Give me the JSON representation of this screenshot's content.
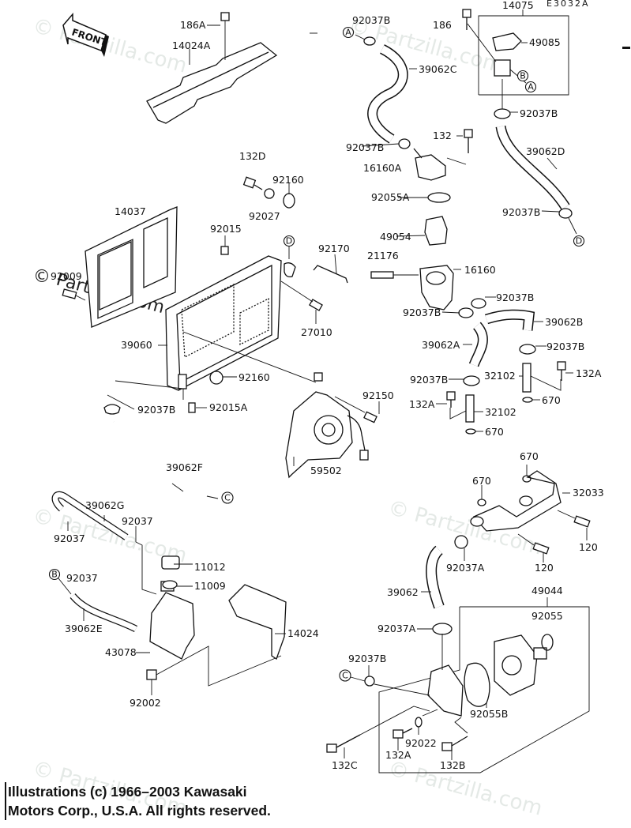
{
  "diagram": {
    "code": "E3032A",
    "front_marker": "FRONT",
    "watermark": "© Partzilla.com",
    "labels": [
      {
        "id": "186A",
        "text": "186A"
      },
      {
        "id": "14024A",
        "text": "14024A"
      },
      {
        "id": "132D",
        "text": "132D"
      },
      {
        "id": "92160-top",
        "text": "92160"
      },
      {
        "id": "92027",
        "text": "92027"
      },
      {
        "id": "14037",
        "text": "14037"
      },
      {
        "id": "92015",
        "text": "92015"
      },
      {
        "id": "92009",
        "text": "92009"
      },
      {
        "id": "39060",
        "text": "39060"
      },
      {
        "id": "92160-bottom",
        "text": "92160"
      },
      {
        "id": "92037B-left",
        "text": "92037B"
      },
      {
        "id": "92015A",
        "text": "92015A"
      },
      {
        "id": "92170",
        "text": "92170"
      },
      {
        "id": "27010",
        "text": "27010"
      },
      {
        "id": "92150",
        "text": "92150"
      },
      {
        "id": "59502",
        "text": "59502"
      },
      {
        "id": "39062F",
        "text": "39062F"
      },
      {
        "id": "39062G",
        "text": "39062G"
      },
      {
        "id": "92037-a",
        "text": "92037"
      },
      {
        "id": "92037-b",
        "text": "92037"
      },
      {
        "id": "92037-c",
        "text": "92037"
      },
      {
        "id": "11012",
        "text": "11012"
      },
      {
        "id": "11009",
        "text": "11009"
      },
      {
        "id": "39062E",
        "text": "39062E"
      },
      {
        "id": "43078",
        "text": "43078"
      },
      {
        "id": "14024",
        "text": "14024"
      },
      {
        "id": "92002",
        "text": "92002"
      },
      {
        "id": "92037B-1",
        "text": "92037B"
      },
      {
        "id": "186",
        "text": "186"
      },
      {
        "id": "14075",
        "text": "14075"
      },
      {
        "id": "49085",
        "text": "49085"
      },
      {
        "id": "39062C",
        "text": "39062C"
      },
      {
        "id": "92037B-2",
        "text": "92037B"
      },
      {
        "id": "92037B-3",
        "text": "92037B"
      },
      {
        "id": "132",
        "text": "132"
      },
      {
        "id": "16160A",
        "text": "16160A"
      },
      {
        "id": "39062D",
        "text": "39062D"
      },
      {
        "id": "92055A",
        "text": "92055A"
      },
      {
        "id": "92037B-4",
        "text": "92037B"
      },
      {
        "id": "49054",
        "text": "49054"
      },
      {
        "id": "21176",
        "text": "21176"
      },
      {
        "id": "16160",
        "text": "16160"
      },
      {
        "id": "92037B-5",
        "text": "92037B"
      },
      {
        "id": "92037B-6",
        "text": "92037B"
      },
      {
        "id": "39062B",
        "text": "39062B"
      },
      {
        "id": "39062A",
        "text": "39062A"
      },
      {
        "id": "92037B-7",
        "text": "92037B"
      },
      {
        "id": "92037B-8",
        "text": "92037B"
      },
      {
        "id": "32102-a",
        "text": "32102"
      },
      {
        "id": "132A-a",
        "text": "132A"
      },
      {
        "id": "132A-b",
        "text": "132A"
      },
      {
        "id": "670-a",
        "text": "670"
      },
      {
        "id": "32102-b",
        "text": "32102"
      },
      {
        "id": "670-b",
        "text": "670"
      },
      {
        "id": "670-c",
        "text": "670"
      },
      {
        "id": "670-d",
        "text": "670"
      },
      {
        "id": "32033",
        "text": "32033"
      },
      {
        "id": "120-a",
        "text": "120"
      },
      {
        "id": "120-b",
        "text": "120"
      },
      {
        "id": "92037A-1",
        "text": "92037A"
      },
      {
        "id": "39062",
        "text": "39062"
      },
      {
        "id": "49044",
        "text": "49044"
      },
      {
        "id": "92055",
        "text": "92055"
      },
      {
        "id": "92037A-2",
        "text": "92037A"
      },
      {
        "id": "92037B-9",
        "text": "92037B"
      },
      {
        "id": "92055B",
        "text": "92055B"
      },
      {
        "id": "92022",
        "text": "92022"
      },
      {
        "id": "132A-c",
        "text": "132A"
      },
      {
        "id": "132C",
        "text": "132C"
      },
      {
        "id": "132B",
        "text": "132B"
      }
    ],
    "callouts": [
      "A",
      "A",
      "B",
      "B",
      "C",
      "C",
      "D",
      "D"
    ]
  },
  "footer": {
    "line1": "Illustrations (c) 1966–2003 Kawasaki",
    "line2": "Motors Corp., U.S.A.  All rights reserved."
  }
}
